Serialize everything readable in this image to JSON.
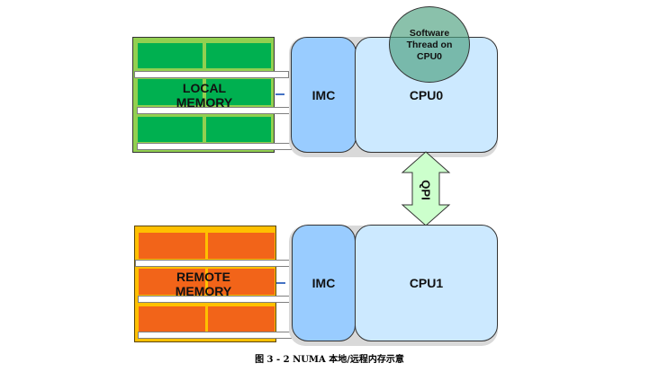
{
  "diagram": {
    "local_memory": {
      "label_line1": "LOCAL",
      "label_line2": "MEMORY",
      "color": "#00b050",
      "frame_color": "#92d050"
    },
    "remote_memory": {
      "label_line1": "REMOTE",
      "label_line2": "MEMORY",
      "color": "#f26419",
      "frame_color": "#ffc000"
    },
    "node0": {
      "imc_label": "IMC",
      "cpu_label": "CPU0"
    },
    "node1": {
      "imc_label": "IMC",
      "cpu_label": "CPU1"
    },
    "thread": {
      "line1": "Software",
      "line2": "Thread on",
      "line3": "CPU0",
      "color": "#4ca07e"
    },
    "interconnect": {
      "label": "QPI",
      "color": "#ccffcc"
    },
    "caption": "图 3 - 2 NUMA 本地/远程内存示意"
  }
}
